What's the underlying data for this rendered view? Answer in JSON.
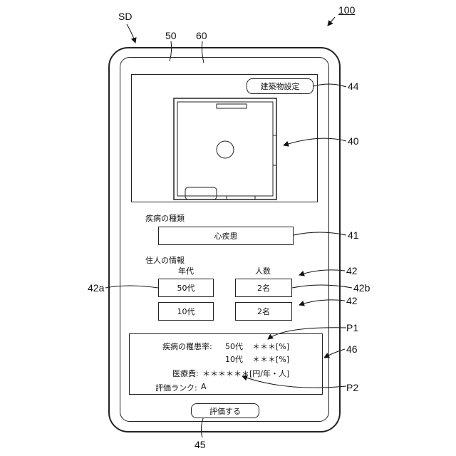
{
  "refs": {
    "figure": "100",
    "device": "SD",
    "frame": "50",
    "screen": "60",
    "building_button": "44",
    "floor_plan": "40",
    "disease_field": "41",
    "resident_group_a": "42",
    "resident_group_b": "42",
    "age_field": "42a",
    "count_field": "42b",
    "result_panel": "46",
    "rate_marker": "P1",
    "cost_marker": "P2",
    "evaluate_button": "45"
  },
  "building_button": "建築物設定",
  "disease": {
    "heading": "疾病の種類",
    "value": "心疾患"
  },
  "residents": {
    "heading": "住人の情報",
    "col_age": "年代",
    "col_count": "人数",
    "rows": [
      {
        "age": "50代",
        "count": "2名"
      },
      {
        "age": "10代",
        "count": "2名"
      }
    ]
  },
  "result": {
    "rate_label": "疾病の罹患率:",
    "rates": [
      {
        "age": "50代",
        "value": "＊＊＊[%]"
      },
      {
        "age": "10代",
        "value": "＊＊＊[%]"
      }
    ],
    "cost_label": "医療費:",
    "cost_value": "＊＊＊＊＊＊[円/年・人]",
    "rank_label": "評価ランク:",
    "rank_value": "A"
  },
  "evaluate_button": "評価する"
}
